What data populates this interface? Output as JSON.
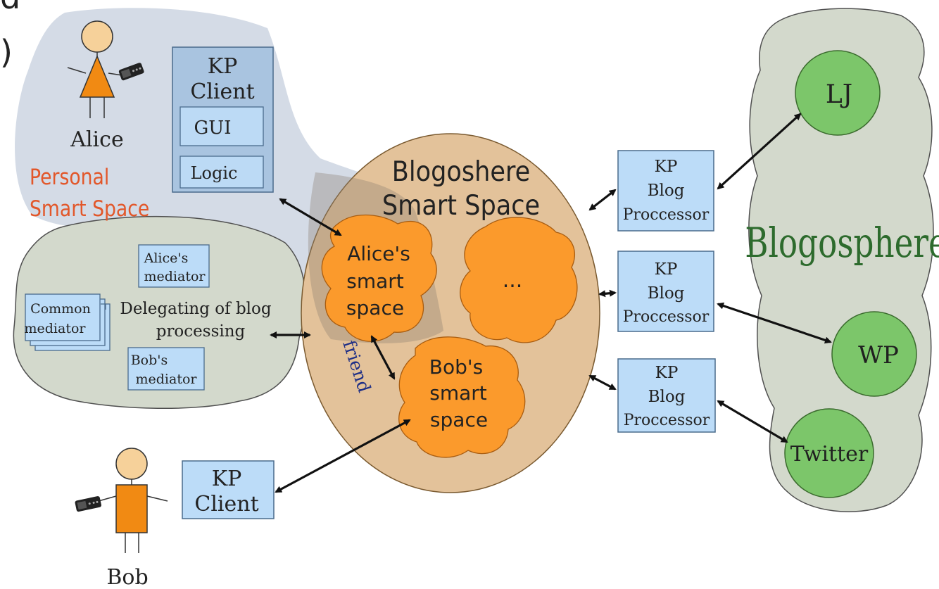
{
  "corner_text": {
    "line1": "d",
    "line2": ")"
  },
  "alice": {
    "name": "Alice"
  },
  "bob": {
    "name": "Bob"
  },
  "personal_space": {
    "line1": "Personal",
    "line2": "Smart Space"
  },
  "kp_client_alice": {
    "line1": "KP",
    "line2": "Client",
    "gui": "GUI",
    "logic": "Logic"
  },
  "kp_client_bob": {
    "line1": "KP",
    "line2": "Client"
  },
  "mediator_cloud": {
    "alice_mediator": [
      "Alice's",
      "mediator"
    ],
    "common_mediator": [
      "Common",
      "mediator"
    ],
    "bob_mediator": [
      "Bob's",
      "mediator"
    ],
    "delegating": [
      "Delegating of blog",
      "processing"
    ]
  },
  "smart_space": {
    "title": [
      "Blogoshere",
      "Smart Space"
    ],
    "alice_space": [
      "Alice's",
      "smart",
      "space"
    ],
    "other_space": "...",
    "bob_space": [
      "Bob's",
      "smart",
      "space"
    ],
    "friend_label": "friend"
  },
  "blog_processors": [
    [
      "KP",
      "Blog",
      "Proccessor"
    ],
    [
      "KP",
      "Blog",
      "Proccessor"
    ],
    [
      "KP",
      "Blog",
      "Proccessor"
    ]
  ],
  "blogosphere": {
    "title": "Blogosphere",
    "services": [
      "LJ",
      "WP",
      "Twitter"
    ]
  },
  "colors": {
    "personal_space_fill": "#d4dbe6",
    "kp_client_fill": "#a9c4e0",
    "kp_client_inner_fill": "#bcdaf5",
    "box_fill": "#bcdcf8",
    "cloud_fill": "#d3d9cc",
    "smart_space_fill": "#e3c29a",
    "blob_fill": "#fb9a2c",
    "figure_fill": "#f18a13",
    "head_fill": "#f6d19a",
    "service_fill": "#7cc66a",
    "blogosphere_text": "#2d6b2d",
    "personal_text": "#e2572a",
    "friend_text": "#1f2f86"
  }
}
